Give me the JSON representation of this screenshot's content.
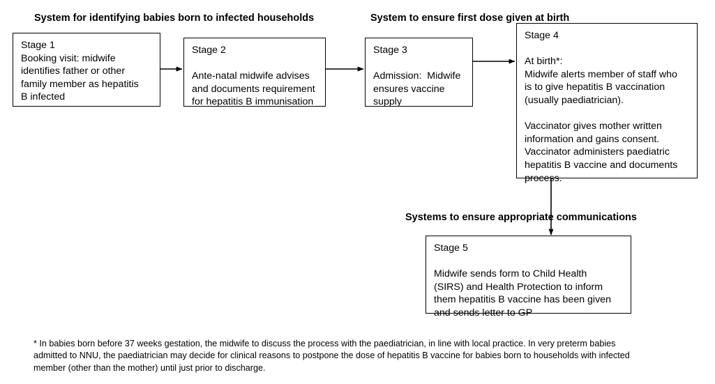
{
  "diagram": {
    "title_hidden": "Hepatitis B vaccination pathway flowchart",
    "section_titles": [
      {
        "key": "identifying",
        "text": "System for identifying babies born to infected households"
      },
      {
        "key": "first_dose",
        "text": "System to ensure first dose given at birth"
      },
      {
        "key": "communications",
        "text": "Systems to ensure appropriate communications"
      }
    ],
    "stages": [
      {
        "id": "stage-1",
        "heading": "Stage 1",
        "blank_after_heading": false,
        "lines": [
          "Booking visit: midwife",
          "identifies father or other",
          "family member as hepatitis",
          "B infected"
        ]
      },
      {
        "id": "stage-2",
        "heading": "Stage 2",
        "blank_after_heading": true,
        "lines": [
          "Ante-natal midwife advises",
          "and documents requirement",
          "for hepatitis B immunisation"
        ]
      },
      {
        "id": "stage-3",
        "heading": "Stage 3",
        "blank_after_heading": true,
        "lines": [
          "Admission:  Midwife",
          "ensures vaccine",
          "supply"
        ]
      },
      {
        "id": "stage-4",
        "heading": "Stage 4",
        "blank_after_heading": true,
        "lines": [
          "At birth*:",
          "Midwife alerts member of staff who",
          "is to give hepatitis B vaccination",
          "(usually paediatrician).",
          "",
          "Vaccinator gives mother written",
          "information and gains consent.",
          "Vaccinator administers paediatric",
          "hepatitis B vaccine and documents",
          "process."
        ]
      },
      {
        "id": "stage-5",
        "heading": "Stage 5",
        "blank_after_heading": true,
        "lines": [
          "Midwife sends form to Child Health",
          "(SIRS) and Health Protection to inform",
          "them hepatitis B vaccine has been given",
          "and sends letter to GP"
        ]
      }
    ],
    "connectors": [
      {
        "id": "arrow-stage1-stage2",
        "label": "Stage 1 to Stage 2"
      },
      {
        "id": "arrow-stage2-stage3",
        "label": "Stage 2 to Stage 3"
      },
      {
        "id": "arrow-stage3-stage4",
        "label": "Stage 3 to Stage 4"
      },
      {
        "id": "arrow-stage4-stage5",
        "label": "Stage 4 to Stage 5"
      }
    ],
    "footnote": [
      "* In babies born before 37 weeks gestation, the midwife to discuss the process with the paediatrician, in line with local practice. In very preterm babies",
      "admitted to NNU, the paediatrician may decide for clinical reasons to postpone the dose of hepatitis B vaccine for babies born to households with infected",
      "member (other than the mother) until just prior to discharge."
    ],
    "colors": {
      "background": "#ffffff",
      "text": "#000000",
      "box_border": "#000000",
      "connector": "#000000"
    }
  }
}
